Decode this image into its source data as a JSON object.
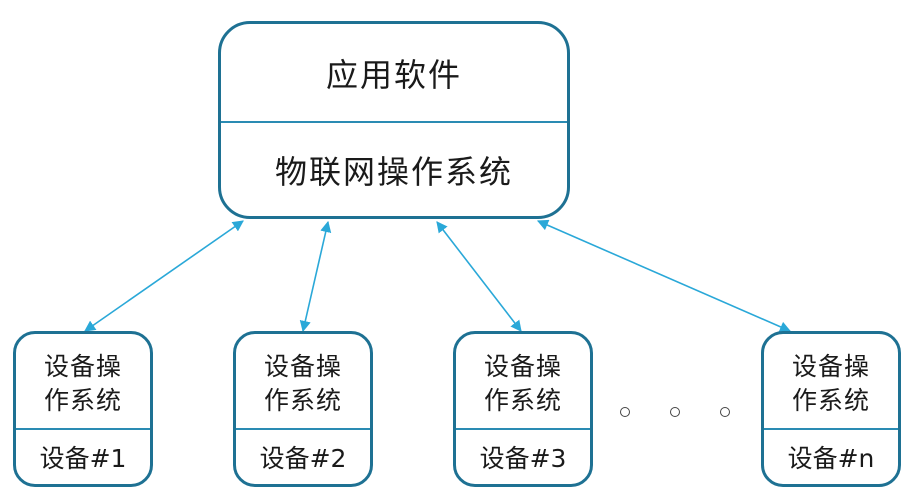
{
  "main": {
    "top_label": "应用软件",
    "bottom_label": "物联网操作系统"
  },
  "devices": [
    {
      "os_line1": "设备操",
      "os_line2": "作系统",
      "name": "设备#1"
    },
    {
      "os_line1": "设备操",
      "os_line2": "作系统",
      "name": "设备#2"
    },
    {
      "os_line1": "设备操",
      "os_line2": "作系统",
      "name": "设备#3"
    },
    {
      "os_line1": "设备操",
      "os_line2": "作系统",
      "name": "设备#n"
    }
  ],
  "colors": {
    "box_border": "#1e7193",
    "divider": "#2a8bb3",
    "arrow": "#2aa8d8"
  }
}
